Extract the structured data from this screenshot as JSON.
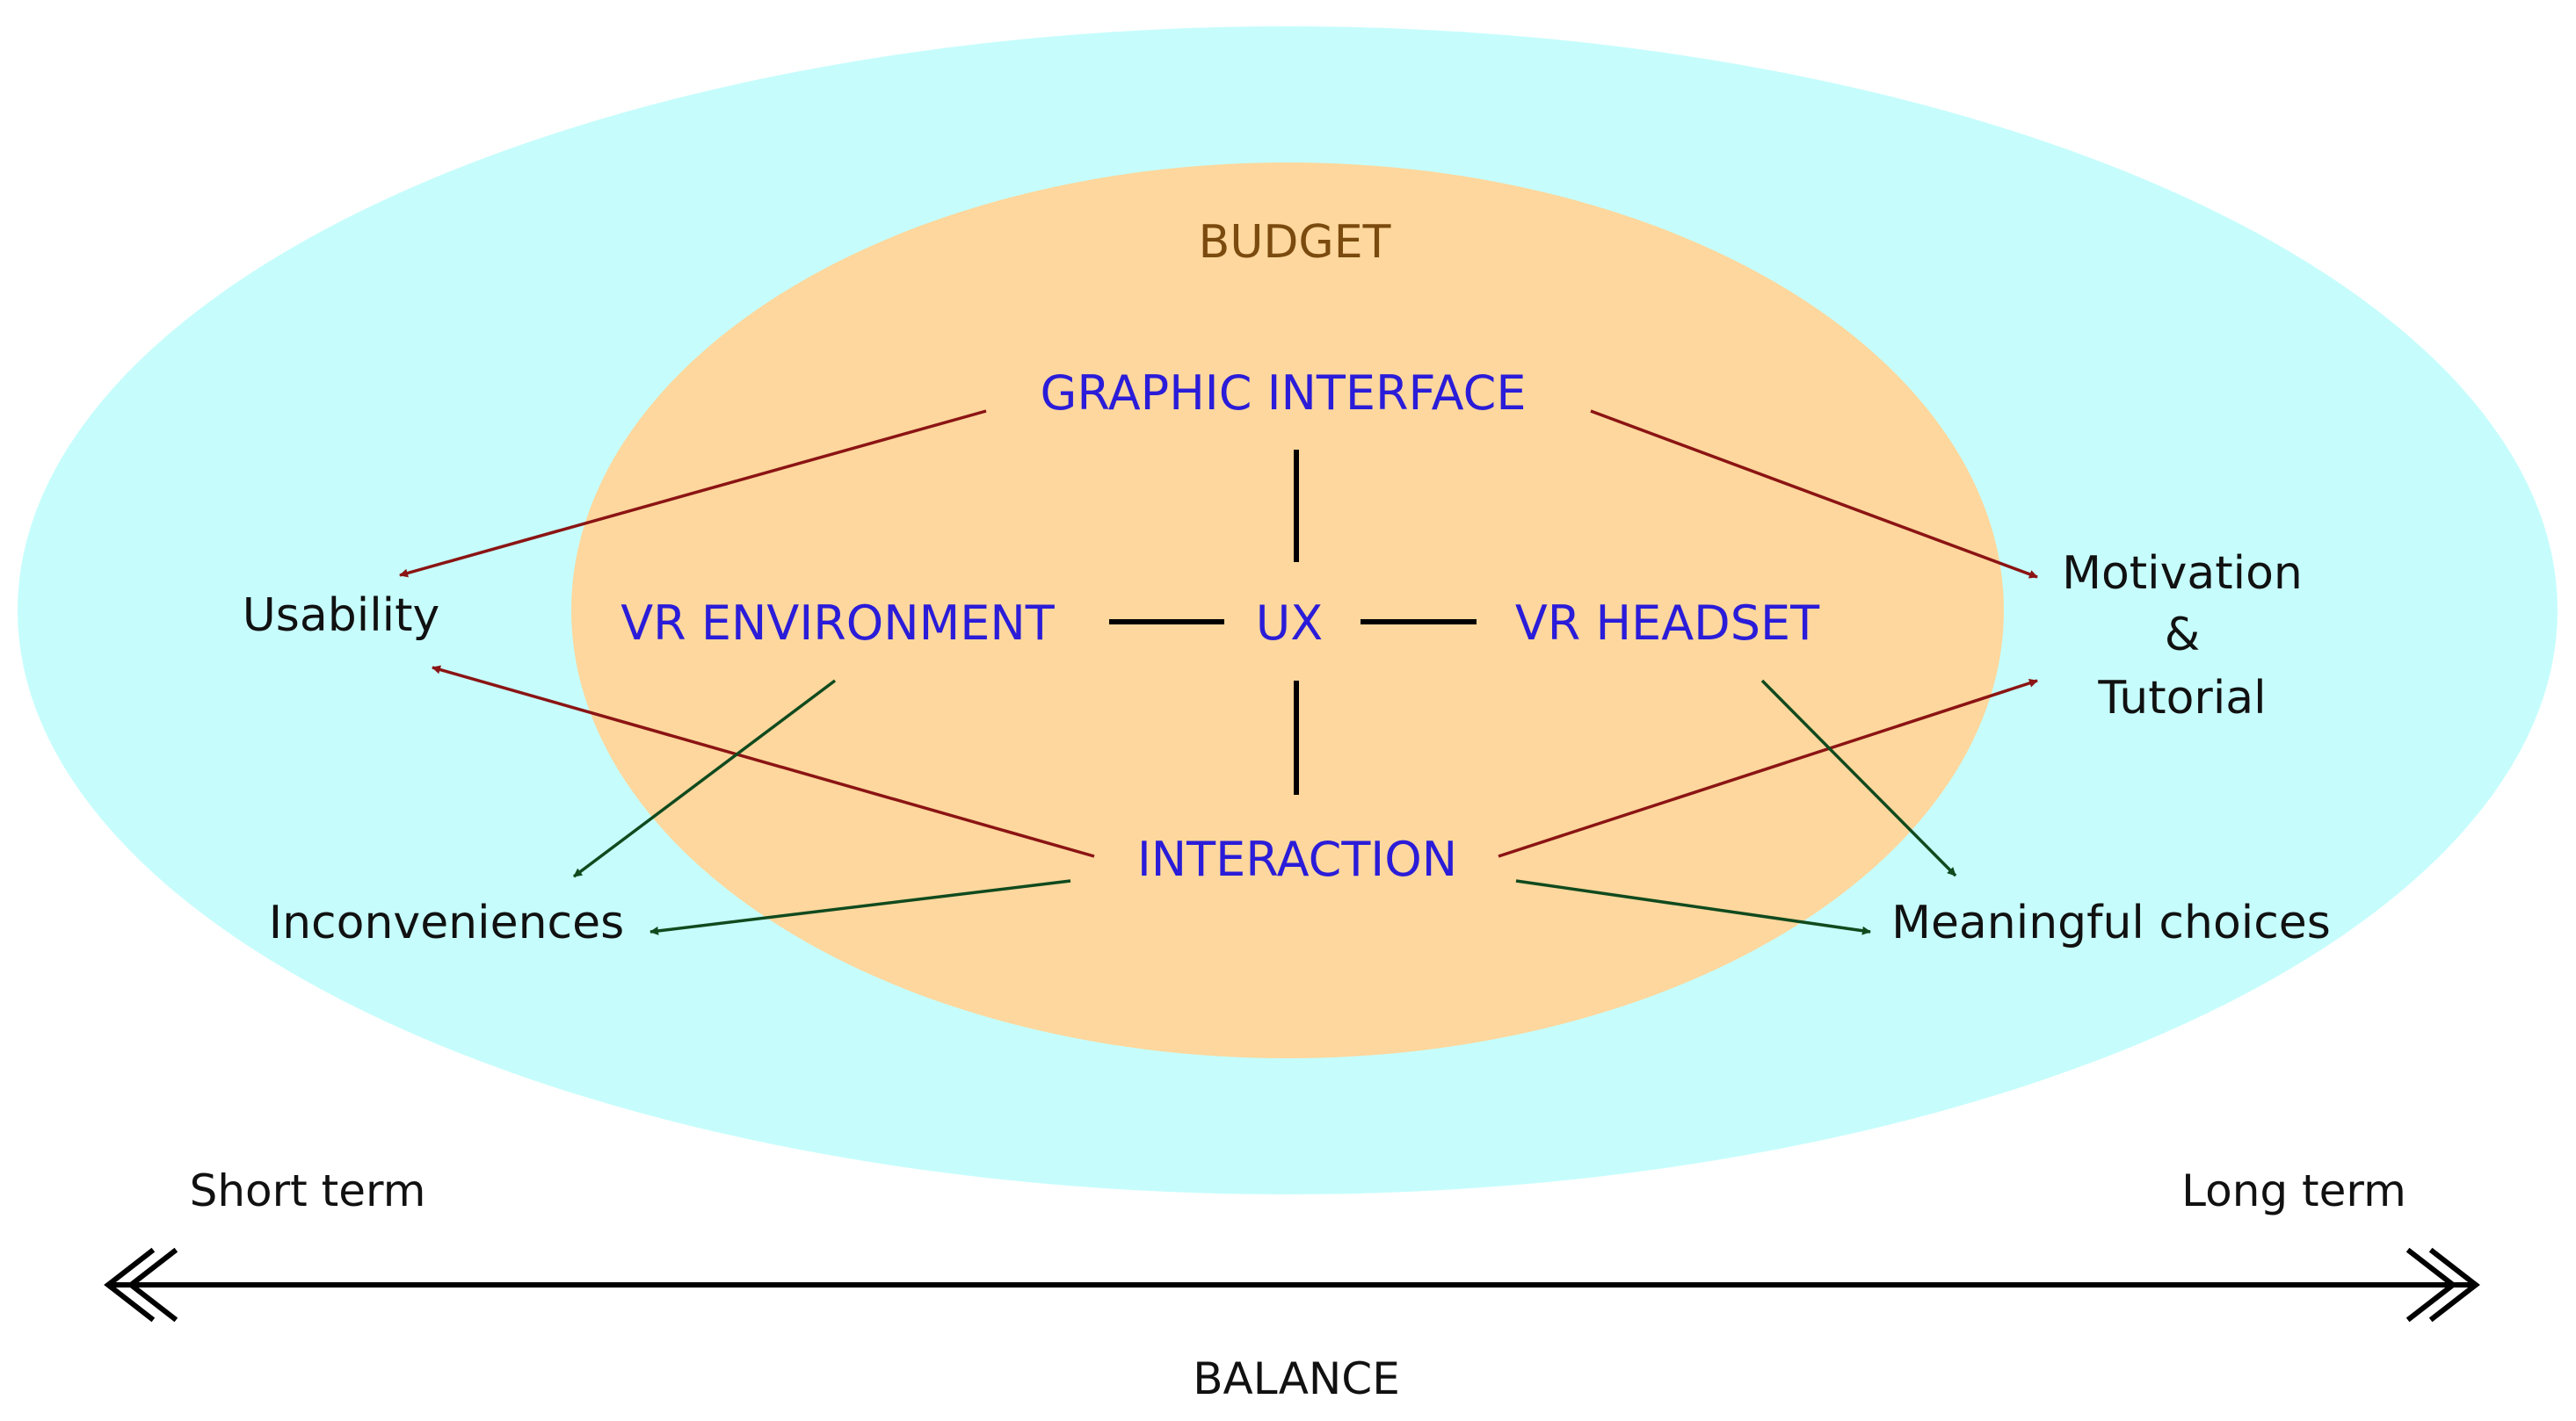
{
  "colors": {
    "outer_ellipse": "#c6fdfc",
    "inner_ellipse": "#fdd79d",
    "core_text": "#2a1cd8",
    "budget_text": "#7a4a0e",
    "outer_text": "#111111",
    "red_arrow": "#8b1414",
    "green_arrow": "#104a1e",
    "connector": "#000000"
  },
  "labels": {
    "budget": "BUDGET",
    "graphic_interface": "GRAPHIC INTERFACE",
    "vr_environment": "VR ENVIRONMENT",
    "ux": "UX",
    "vr_headset": "VR HEADSET",
    "interaction": "INTERACTION",
    "usability": "Usability",
    "motivation": "Motivation",
    "ampersand": "&",
    "tutorial": "Tutorial",
    "inconveniences": "Inconveniences",
    "meaningful_choices": "Meaningful choices",
    "short_term": "Short term",
    "long_term": "Long term",
    "balance": "BALANCE"
  },
  "icons": {
    "balance_arrow": "double-headed-arrow-icon"
  }
}
